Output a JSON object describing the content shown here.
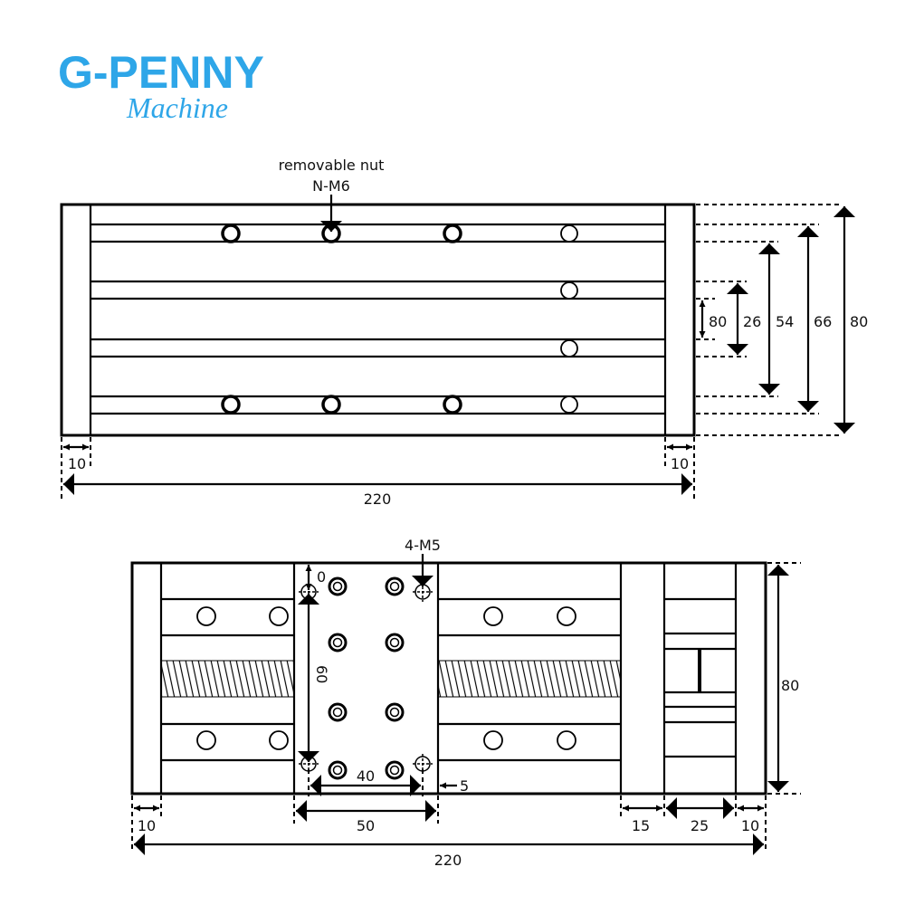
{
  "logo": {
    "brand": "G-PENNY",
    "sub": "Machine",
    "color": "#2ea6e8"
  },
  "top_view": {
    "callout_line1": "removable nut",
    "callout_line2": "N-M6",
    "dims": {
      "h80_small": "80",
      "h26": "26",
      "h54": "54",
      "h66": "66",
      "h80": "80",
      "w10_left": "10",
      "w10_right": "10",
      "w220": "220"
    }
  },
  "bottom_view": {
    "callout": "4-M5",
    "dims": {
      "v10": "0",
      "v60": "60",
      "w40": "40",
      "w5": "5",
      "h80": "80",
      "w10_left": "10",
      "w50": "50",
      "w15": "15",
      "w25": "25",
      "w10_right": "10",
      "w220": "220"
    }
  }
}
